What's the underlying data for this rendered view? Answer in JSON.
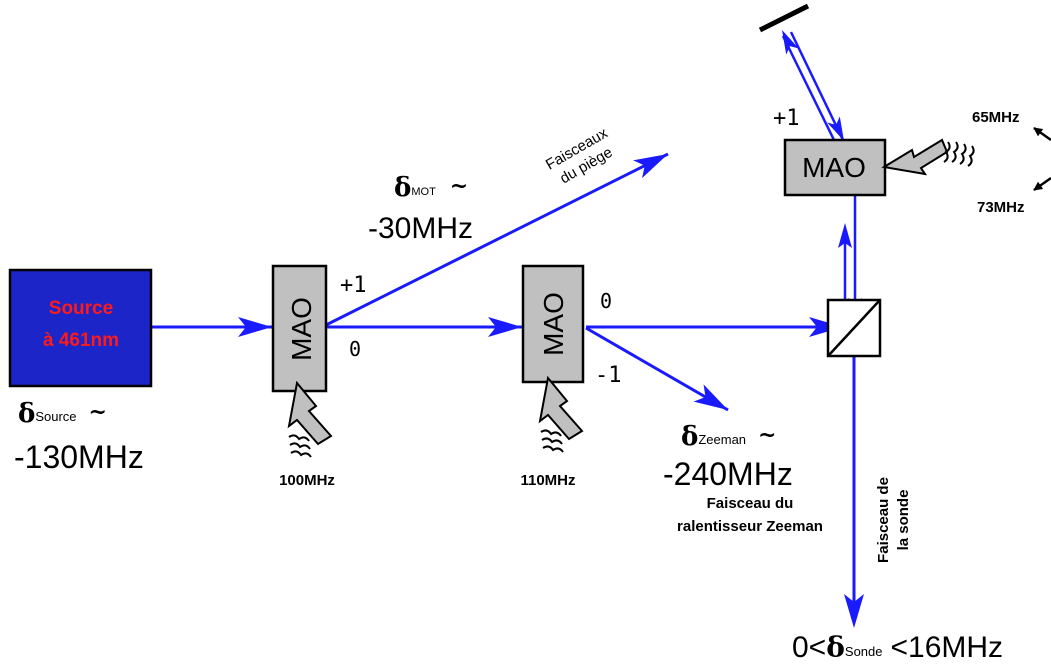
{
  "colors": {
    "beam": "#1a1aff",
    "source_fill": "#1b25c8",
    "source_text": "#ff1a1a",
    "device_fill": "#c0c0c0",
    "ink": "#000000"
  },
  "source": {
    "line1": "Source",
    "line2": "à 461nm"
  },
  "aom": {
    "label": "MAO"
  },
  "aom1": {
    "freq": "100MHz",
    "order_plus": "+1",
    "order_zero": "0"
  },
  "aom2": {
    "freq": "110MHz",
    "order_zero": "0",
    "order_minus": "-1"
  },
  "aom3": {
    "order_plus": "+1",
    "freq_top": "65MHz",
    "freq_bottom": "73MHz"
  },
  "detunings": {
    "delta": "δ",
    "tilde": "~",
    "source_sub": "Source",
    "source_value": "-130MHz",
    "mot_sub": "MOT",
    "mot_value": "-30MHz",
    "zeeman_sub": "Zeeman",
    "zeeman_value": "-240MHz",
    "probe_prefix": "0<",
    "probe_sub": "Sonde",
    "probe_suffix": "<16MHz"
  },
  "beams": {
    "trap_line1": "Faisceaux",
    "trap_line2": "du piège",
    "zeeman_line1": "Faisceau du",
    "zeeman_line2": "ralentisseur Zeeman",
    "probe_line1": "Faisceau de",
    "probe_line2": "la sonde"
  }
}
